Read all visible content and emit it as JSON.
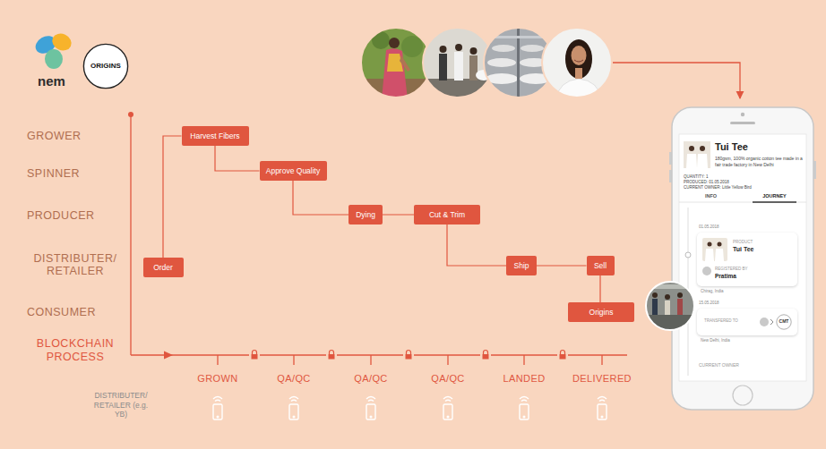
{
  "diagram": {
    "nodes": [
      {
        "text": [
          "ORIGINS"
        ]
      },
      {
        "text": [
          "Harvest Fibers"
        ]
      },
      {
        "text": [
          "Approve Quality"
        ]
      },
      {
        "text": [
          "Dying"
        ]
      },
      {
        "text": [
          "Cut & Trim"
        ]
      },
      {
        "text": [
          "Order"
        ]
      },
      {
        "text": [
          "Ship"
        ]
      },
      {
        "text": [
          "Sell"
        ]
      },
      {
        "text": [
          "Origins"
        ]
      },
      {
        "text": [
          "PRODUCT",
          "Tui Tee",
          "REGISTERED BY",
          "Pratima"
        ]
      },
      {
        "text": [
          "TRANSFERED TO"
        ]
      },
      {
        "text": [
          "CMT"
        ],
        "in": 10
      }
    ],
    "edges": [
      {
        "from": 5,
        "to": 1,
        "arrow": "none"
      },
      {
        "from": 1,
        "to": 2,
        "arrow": "none"
      },
      {
        "from": 2,
        "to": 3,
        "arrow": "none"
      },
      {
        "from": 3,
        "to": 4,
        "arrow": "none"
      },
      {
        "from": 4,
        "to": 6,
        "arrow": "none"
      },
      {
        "from": 6,
        "to": 7,
        "arrow": "none"
      },
      {
        "from": 7,
        "to": 8,
        "arrow": "none"
      }
    ],
    "labels": [
      "nem",
      "GROWER",
      "SPINNER",
      "PRODUCER",
      "DISTRIBUTER/ RETAILER",
      "CONSUMER",
      "BLOCKCHAIN PROCESS",
      "GROWN",
      "QA/QC",
      "QA/QC",
      "QA/QC",
      "LANDED",
      "DELIVERED",
      "DISTRIBUTER/ RETAILER (e.g. YB)",
      "Tui Tee",
      "180gsm, 100% organic cotton tee made in a fair trade factory in New Delhi",
      "QUANTITY: 1",
      "PRODUCED: 01.05.2018",
      "CURRENT OWNER: Little Yellow Bird",
      "INFO",
      "JOURNEY",
      "01.05.2018",
      "Chirag, India",
      "15.05.2018",
      "New Delhi, India",
      "CURRENT OWNER"
    ]
  }
}
